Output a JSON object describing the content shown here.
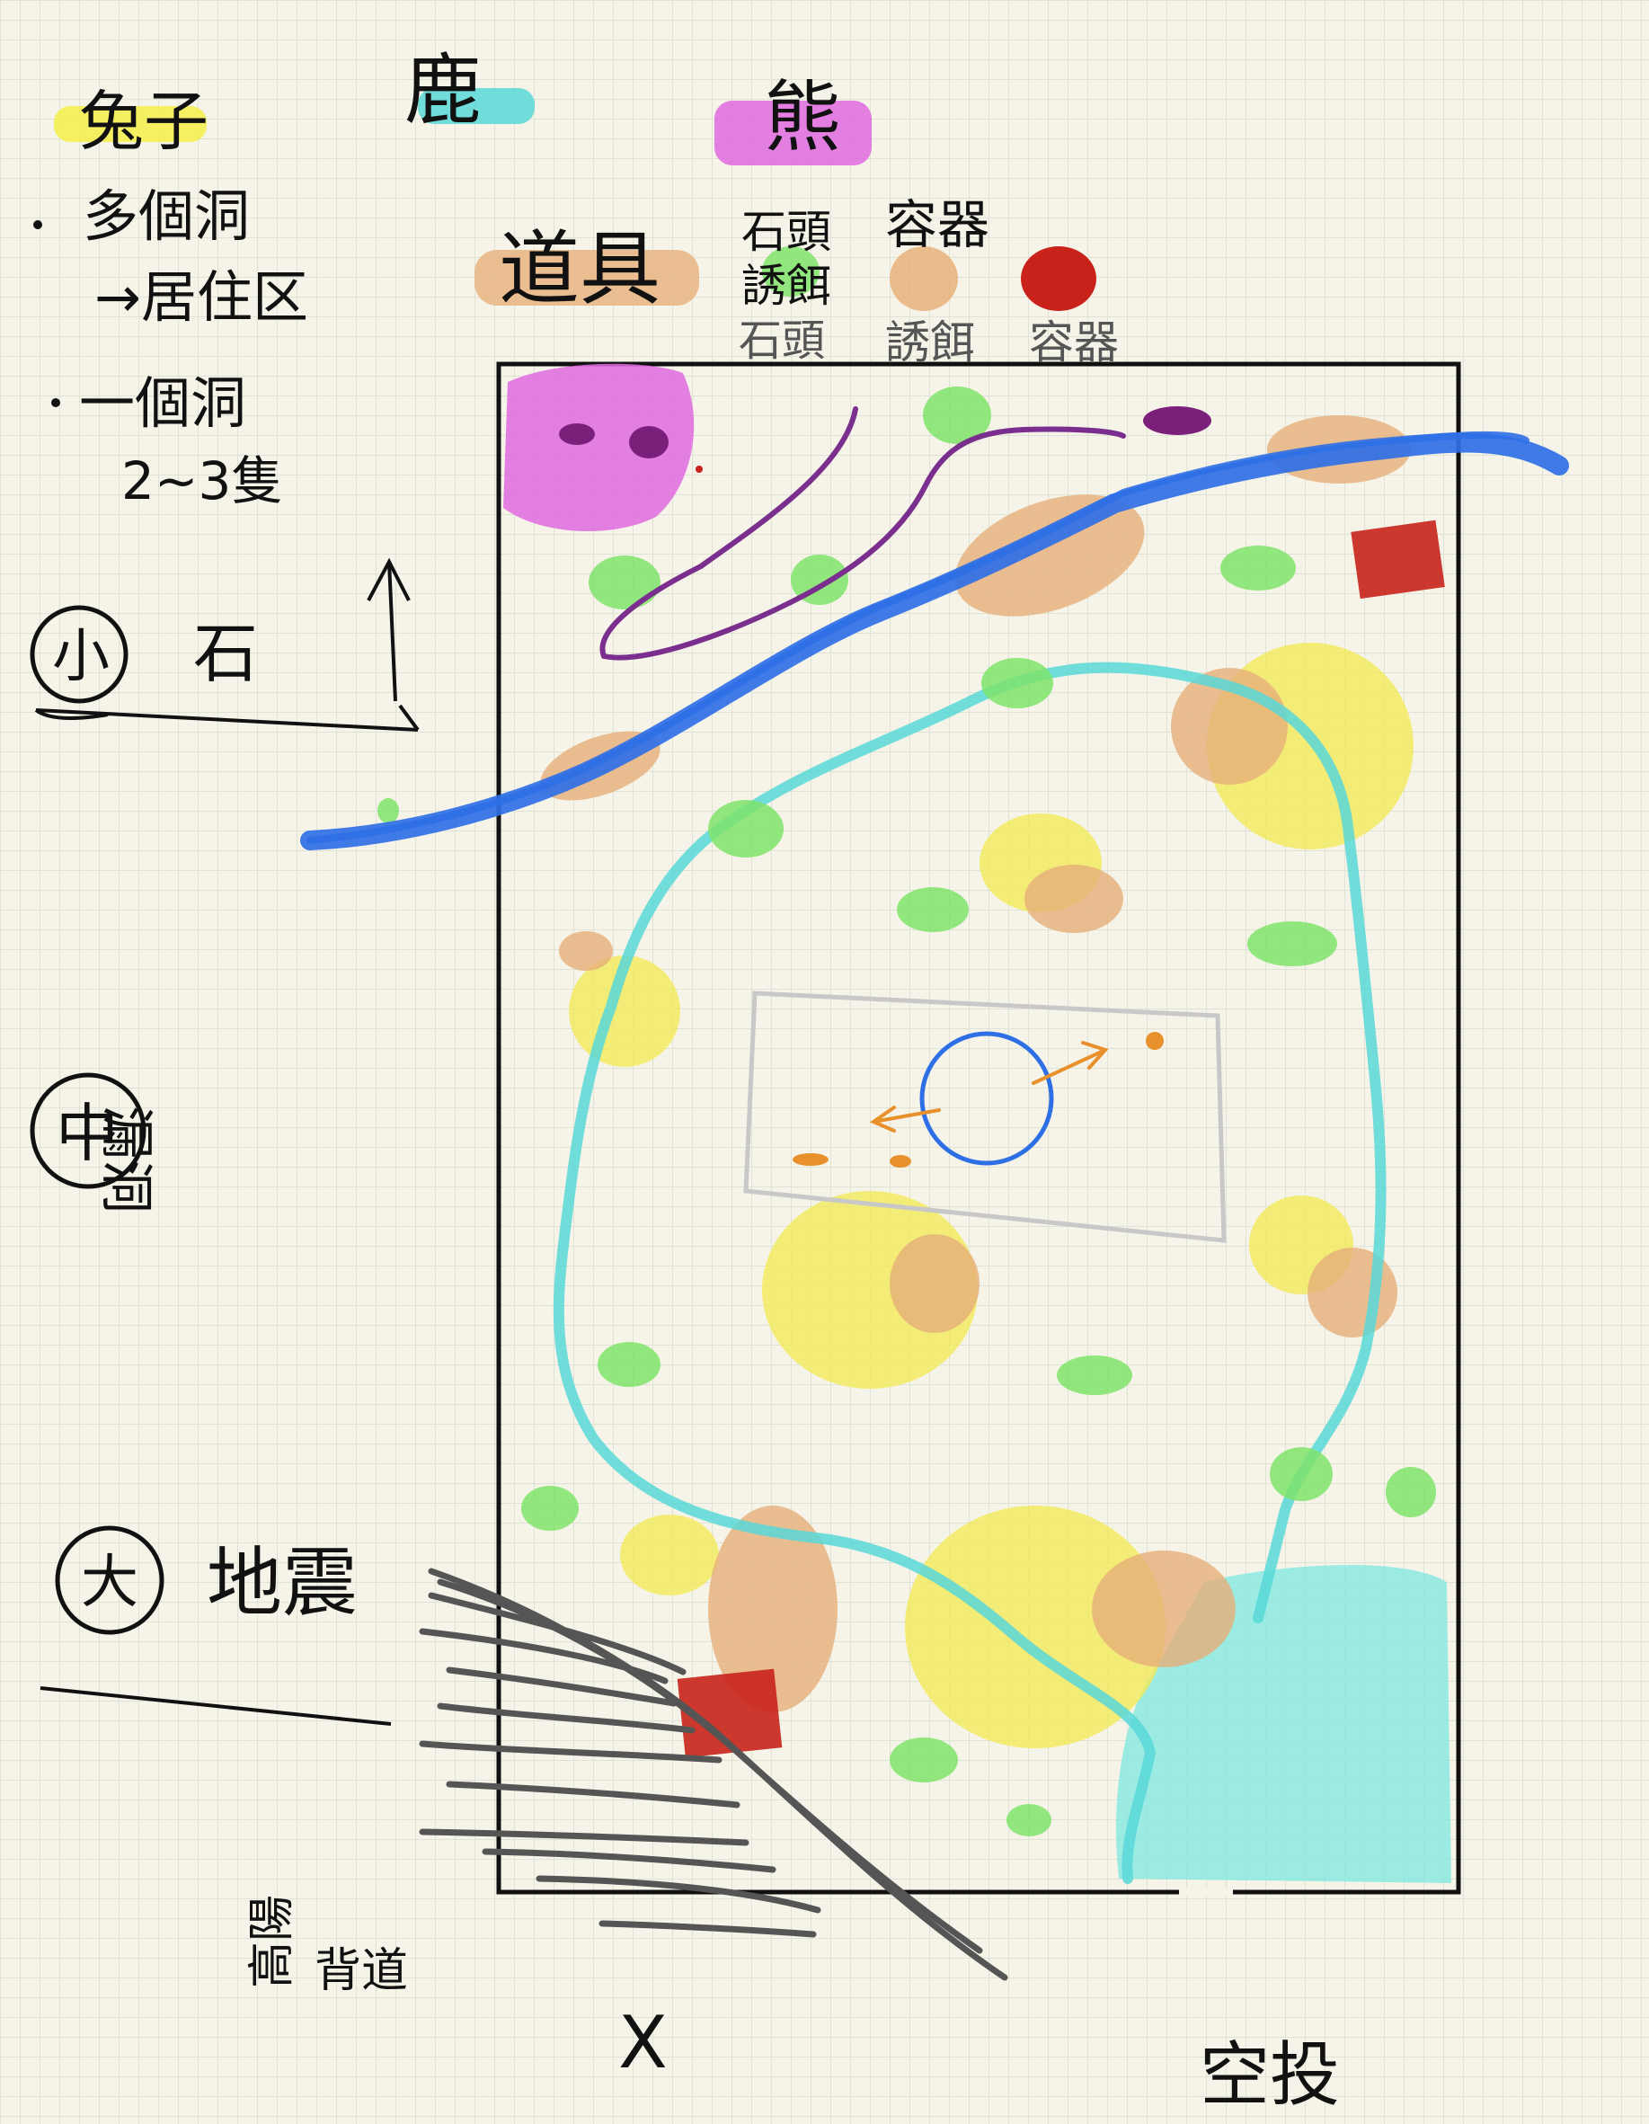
{
  "legend": {
    "animals": {
      "rabbit": "兔子",
      "deer": "鹿",
      "bear": "熊"
    },
    "rabbit_notes": {
      "note_1": "多個洞",
      "note_1_arrow": "→居住区",
      "note_2": "一個洞",
      "note_2_detail": "2~3隻"
    },
    "props": {
      "title": "道具",
      "row_1": [
        "石頭",
        "容器"
      ],
      "row_2": [
        "誘餌"
      ],
      "row_3": [
        "石頭",
        "誘餌",
        "容器"
      ]
    }
  },
  "scale_events": {
    "small": {
      "mark": "小",
      "label": "石"
    },
    "medium": {
      "mark": "中",
      "label": "漏洞"
    },
    "large": {
      "mark": "大",
      "label": "地震"
    }
  },
  "bottom_notes": {
    "left": "高陽",
    "mid_left": "背道",
    "cross": "X",
    "right": "空投"
  },
  "colors": {
    "river": "#2f6fe6",
    "path": "#58d8d8",
    "water_zone": "#7ee8e0",
    "bush": "#7fe36a",
    "burrow": "#e7b07a",
    "flower_patch": "#f2ea5a",
    "bear_area": "#e06ae0",
    "bear_paw": "#7a1f7a",
    "ridge": "#7a2f8e",
    "container_box": "#c8221a",
    "center_zone": "#c8c8c8",
    "center_circle": "#2f6fe6",
    "footprint": "#e8912c",
    "ink": "#111111"
  },
  "icons": {
    "bait": "green-dot",
    "container": "red-dot"
  }
}
